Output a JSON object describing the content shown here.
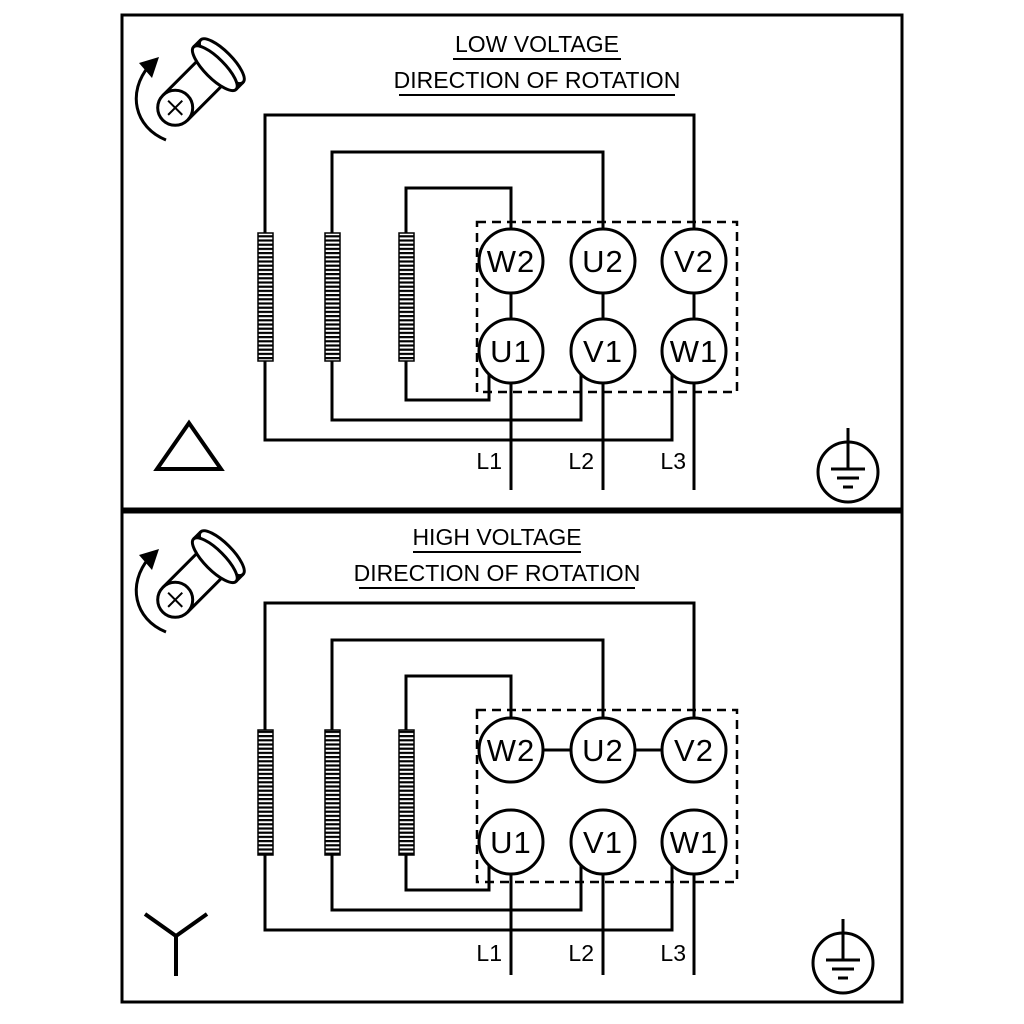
{
  "diagram": {
    "background": "#ffffff",
    "line_color": "#000000",
    "panels": [
      {
        "title": "LOW VOLTAGE",
        "subtitle": "DIRECTION OF ROTATION",
        "connection_symbol": "delta",
        "terminals_top": [
          "W2",
          "U2",
          "V2"
        ],
        "terminals_bottom": [
          "U1",
          "V1",
          "W1"
        ],
        "supply_lines": [
          "L1",
          "L2",
          "L3"
        ]
      },
      {
        "title": "HIGH VOLTAGE",
        "subtitle": "DIRECTION OF ROTATION",
        "connection_symbol": "star",
        "terminals_top": [
          "W2",
          "U2",
          "V2"
        ],
        "terminals_bottom": [
          "U1",
          "V1",
          "W1"
        ],
        "supply_lines": [
          "L1",
          "L2",
          "L3"
        ]
      }
    ]
  }
}
